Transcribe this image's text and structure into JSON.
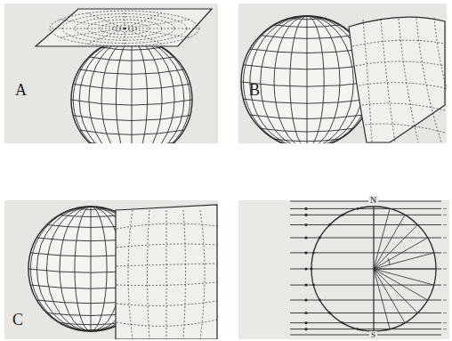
{
  "diagram": {
    "labels": [
      "A",
      "B",
      "C",
      "N",
      "S"
    ]
  }
}
